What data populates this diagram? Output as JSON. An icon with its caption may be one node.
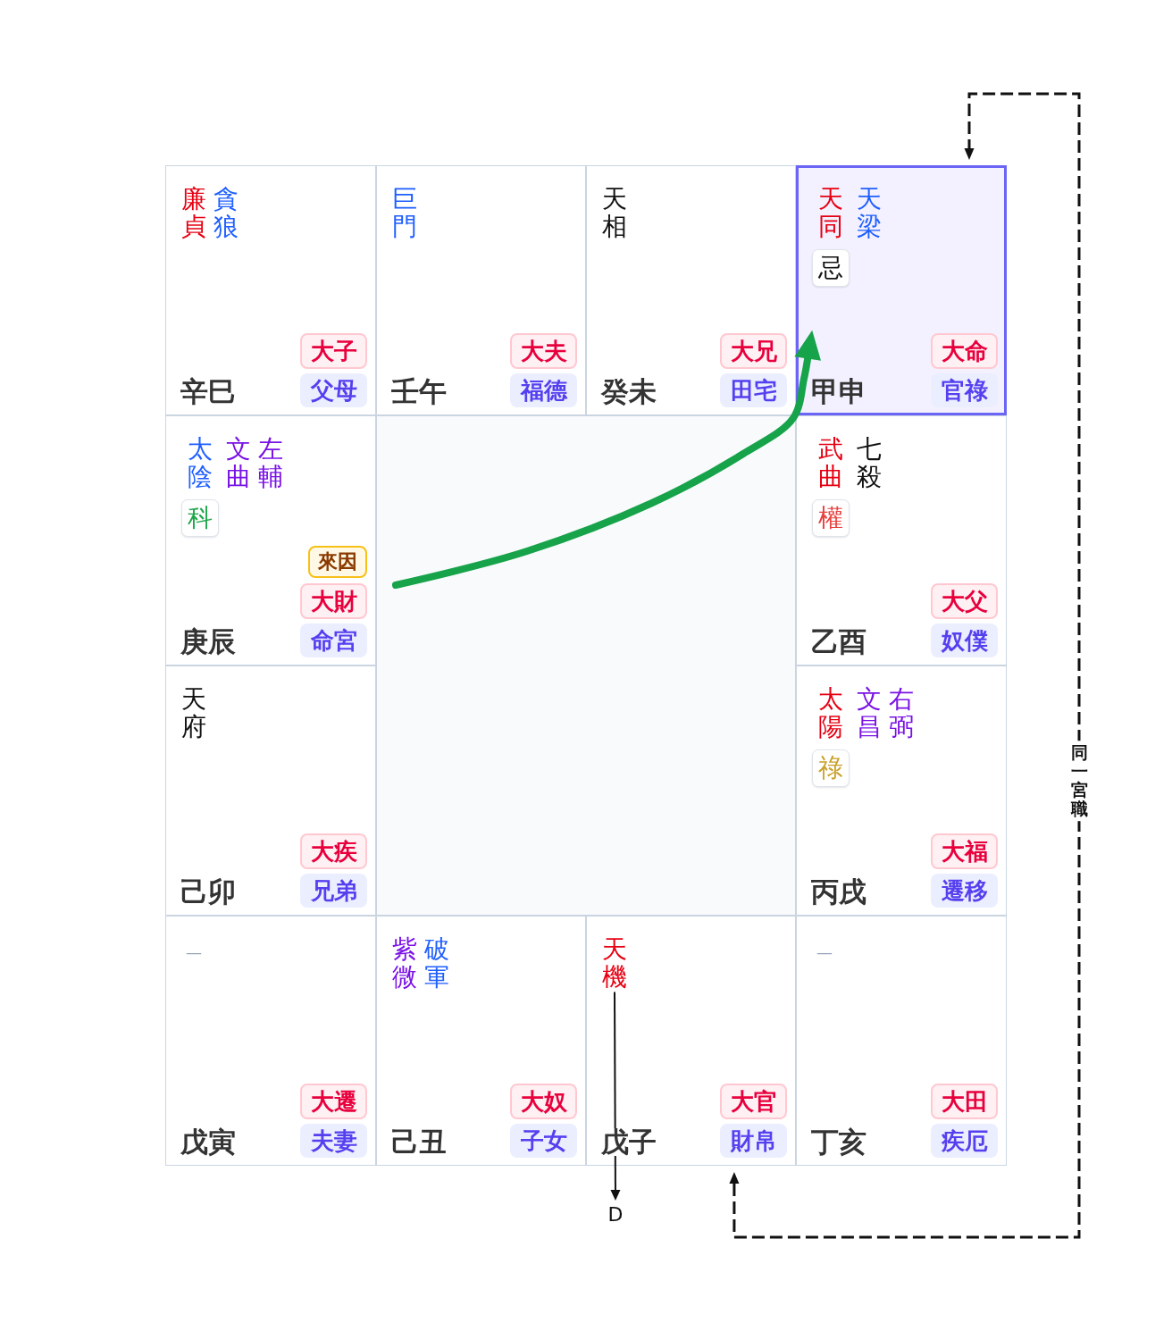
{
  "diagram": {
    "nodes": [
      {
        "text": [
          "廉貞",
          "貪狼",
          "辛巳"
        ]
      },
      {
        "text": [
          "大子"
        ],
        "in": 0
      },
      {
        "text": [
          "父母"
        ],
        "in": 0
      },
      {
        "text": [
          "巨門",
          "壬午"
        ]
      },
      {
        "text": [
          "大夫"
        ],
        "in": 3
      },
      {
        "text": [
          "福德"
        ],
        "in": 3
      },
      {
        "text": [
          "天相",
          "癸未"
        ]
      },
      {
        "text": [
          "大兄"
        ],
        "in": 6
      },
      {
        "text": [
          "田宅"
        ],
        "in": 6
      },
      {
        "text": [
          "天同",
          "天梁",
          "甲申"
        ]
      },
      {
        "text": [
          "忌"
        ],
        "in": 9
      },
      {
        "text": [
          "大命"
        ],
        "in": 9
      },
      {
        "text": [
          "官祿"
        ],
        "in": 9
      },
      {
        "text": [
          "太陰",
          "文曲",
          "左輔",
          "庚辰"
        ]
      },
      {
        "text": [
          "科"
        ],
        "in": 13
      },
      {
        "text": [
          "來因"
        ],
        "in": 13
      },
      {
        "text": [
          "大財"
        ],
        "in": 13
      },
      {
        "text": [
          "命宮"
        ],
        "in": 13
      },
      {
        "text": [],
        "shape": "box"
      },
      {
        "text": [
          "武曲",
          "七殺",
          "乙酉"
        ]
      },
      {
        "text": [
          "權"
        ],
        "in": 19
      },
      {
        "text": [
          "大父"
        ],
        "in": 19
      },
      {
        "text": [
          "奴僕"
        ],
        "in": 19
      },
      {
        "text": [
          "天府",
          "己卯"
        ]
      },
      {
        "text": [
          "大疾"
        ],
        "in": 23
      },
      {
        "text": [
          "兄弟"
        ],
        "in": 23
      },
      {
        "text": [
          "太陽",
          "文昌",
          "右弼",
          "丙戌"
        ]
      },
      {
        "text": [
          "祿"
        ],
        "in": 26
      },
      {
        "text": [
          "大福"
        ],
        "in": 26
      },
      {
        "text": [
          "遷移"
        ],
        "in": 26
      },
      {
        "text": [
          "—",
          "戊寅"
        ]
      },
      {
        "text": [
          "大遷"
        ],
        "in": 30
      },
      {
        "text": [
          "夫妻"
        ],
        "in": 30
      },
      {
        "text": [
          "紫微",
          "破軍",
          "己丑"
        ]
      },
      {
        "text": [
          "大奴"
        ],
        "in": 33
      },
      {
        "text": [
          "子女"
        ],
        "in": 33
      },
      {
        "text": [
          "戊子"
        ]
      },
      {
        "text": [
          "天機"
        ],
        "in": 36
      },
      {
        "text": [
          "大官"
        ],
        "in": 36
      },
      {
        "text": [
          "財帛"
        ],
        "in": 36
      },
      {
        "text": [
          "—",
          "丁亥"
        ]
      },
      {
        "text": [
          "大田"
        ],
        "in": 40
      },
      {
        "text": [
          "疾厄"
        ],
        "in": 40
      },
      {
        "text": [
          "D"
        ]
      }
    ],
    "edges": [
      {
        "from": 18,
        "to": 9,
        "arrow": "to",
        "style": "thick",
        "color": "#16a34a"
      },
      {
        "from": 37,
        "to": 43,
        "arrow": "to"
      },
      {
        "from": 36,
        "to": 9,
        "arrow": "both",
        "style": "dashed",
        "label": "同一宮職"
      }
    ]
  }
}
